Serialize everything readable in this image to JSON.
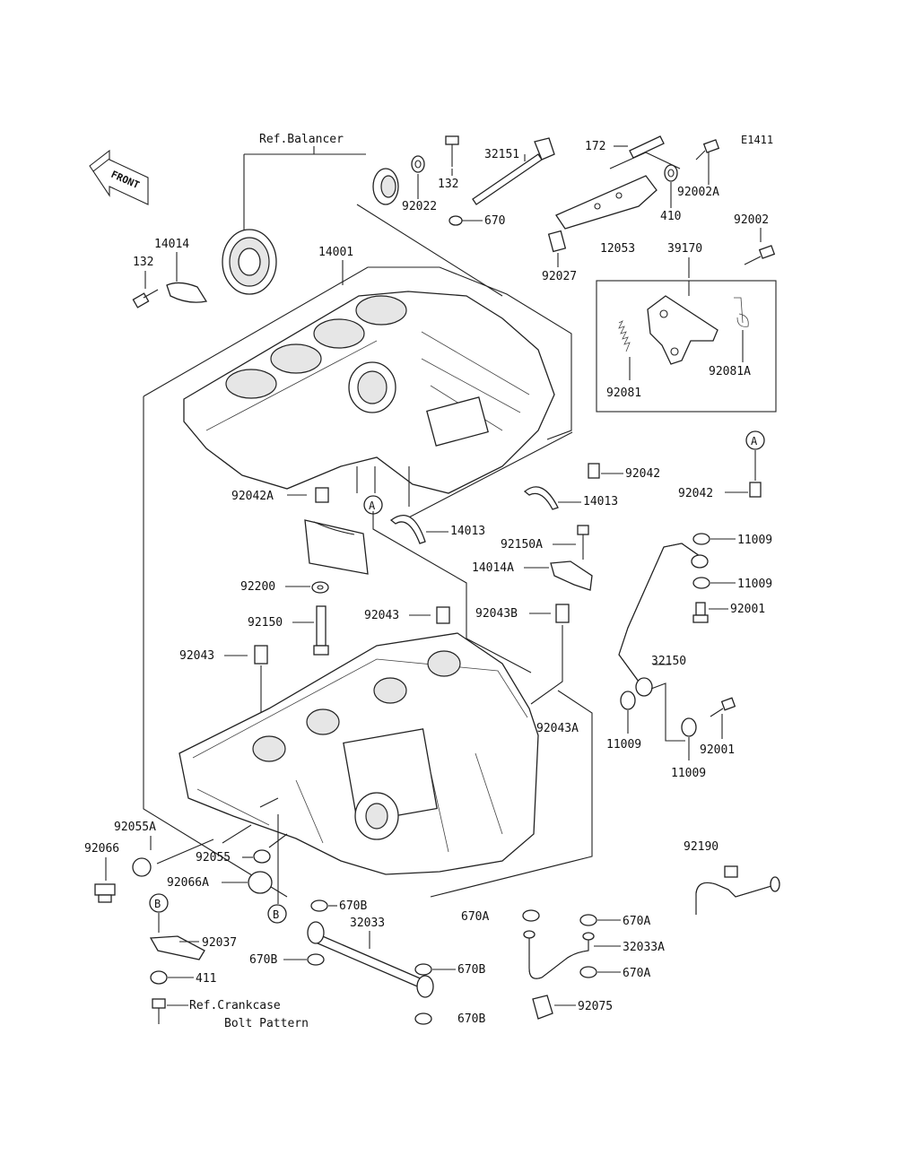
{
  "diagram_code": "E1411",
  "front_label": "FRONT",
  "refs": {
    "balancer": "Ref.Balancer",
    "crankcase_line1": "Ref.Crankcase",
    "crankcase_line2": "Bolt Pattern"
  },
  "markers": {
    "A": "A",
    "B": "B"
  },
  "parts": {
    "p14001": "14001",
    "p14014": "14014",
    "p132a": "132",
    "p132b": "132",
    "p92022": "92022",
    "p32151": "32151",
    "p670": "670",
    "p172": "172",
    "p92002A": "92002A",
    "p410": "410",
    "p92002": "92002",
    "p92027": "92027",
    "p12053": "12053",
    "p39170": "39170",
    "p92081": "92081",
    "p92081A": "92081A",
    "p92042a": "92042",
    "p92042b": "92042",
    "p92042A": "92042A",
    "p14013a": "14013",
    "p14013b": "14013",
    "p92150A": "92150A",
    "p14014A": "14014A",
    "p11009a": "11009",
    "p11009b": "11009",
    "p11009c": "11009",
    "p11009d": "11009",
    "p92001a": "92001",
    "p92001b": "92001",
    "p32150": "32150",
    "p92200": "92200",
    "p92150": "92150",
    "p92043a": "92043",
    "p92043b": "92043",
    "p92043B": "92043B",
    "p92043A": "92043A",
    "p92055A": "92055A",
    "p92066": "92066",
    "p92055": "92055",
    "p92066A": "92066A",
    "p92190": "92190",
    "p92037": "92037",
    "p411": "411",
    "p670B1": "670B",
    "p670B2": "670B",
    "p670B3": "670B",
    "p670B4": "670B",
    "p32033": "32033",
    "p670A1": "670A",
    "p670A2": "670A",
    "p670A3": "670A",
    "p32033A": "32033A",
    "p92075": "92075"
  }
}
